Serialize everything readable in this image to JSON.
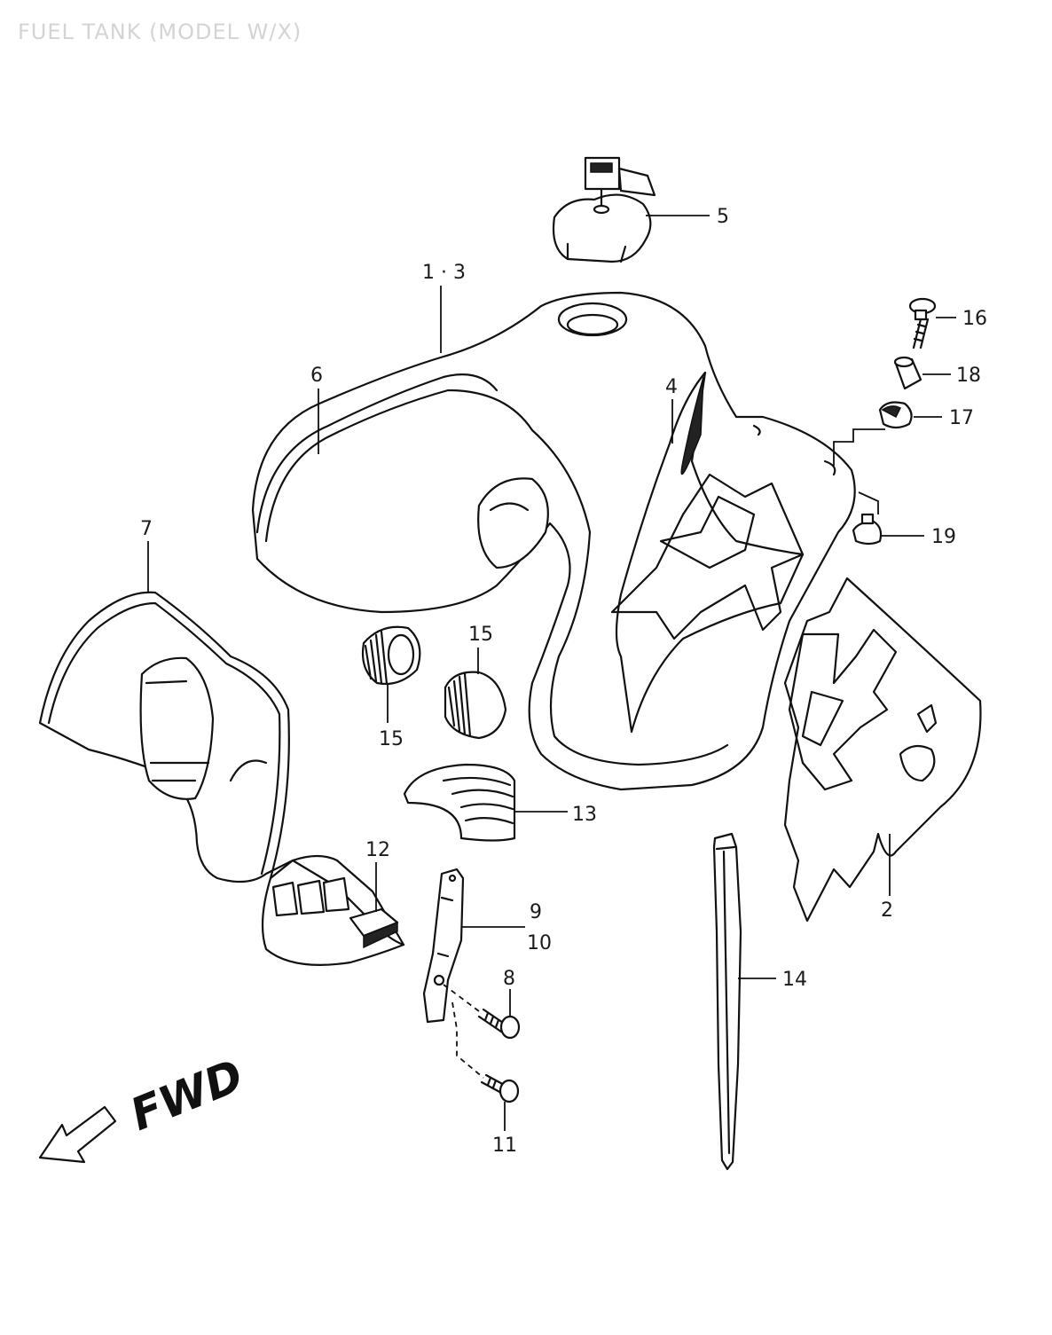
{
  "title": "FUEL TANK (MODEL W/X)",
  "callouts": {
    "c1_3": "1 · 3",
    "c2": "2",
    "c4": "4",
    "c5": "5",
    "c6": "6",
    "c7": "7",
    "c8": "8",
    "c9": "9",
    "c10": "10",
    "c11": "11",
    "c12": "12",
    "c13": "13",
    "c14": "14",
    "c15a": "15",
    "c15b": "15",
    "c16": "16",
    "c17": "17",
    "c18": "18",
    "c19": "19"
  },
  "fwd_label": "FWD"
}
